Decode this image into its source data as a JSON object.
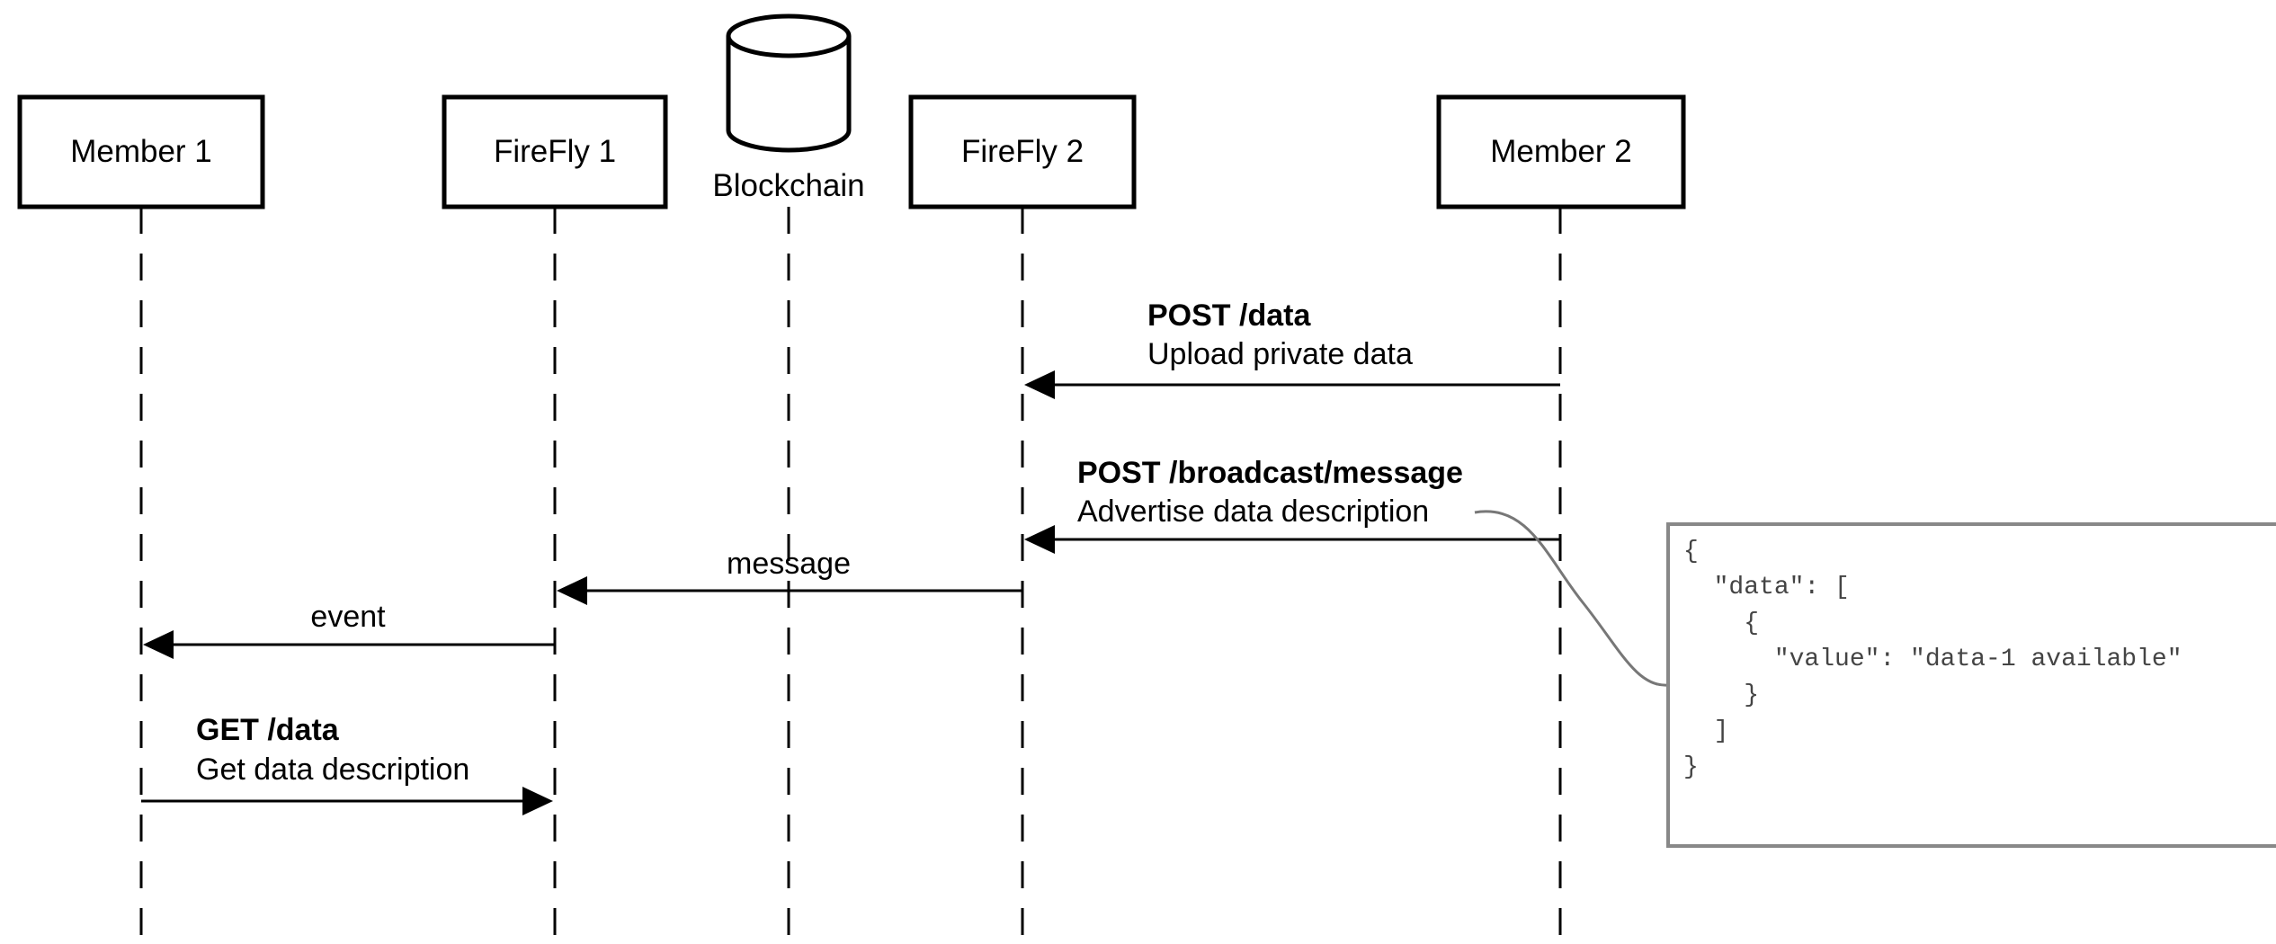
{
  "diagram": {
    "actors": {
      "member1": "Member 1",
      "firefly1": "FireFly 1",
      "blockchain": "Blockchain",
      "firefly2": "FireFly 2",
      "member2": "Member 2"
    },
    "messages": {
      "post_data": {
        "title": "POST /data",
        "text": "Upload private data"
      },
      "post_broadcast": {
        "title": "POST /broadcast/message",
        "text": "Advertise data description"
      },
      "message": {
        "text": "message"
      },
      "event": {
        "text": "event"
      },
      "get_data": {
        "title": "GET /data",
        "text": "Get data description"
      }
    },
    "note": {
      "lines": [
        "{",
        "  \"data\": [",
        "    {",
        "      \"value\": \"data-1 available\"",
        "    }",
        "  ]",
        "}"
      ]
    }
  }
}
